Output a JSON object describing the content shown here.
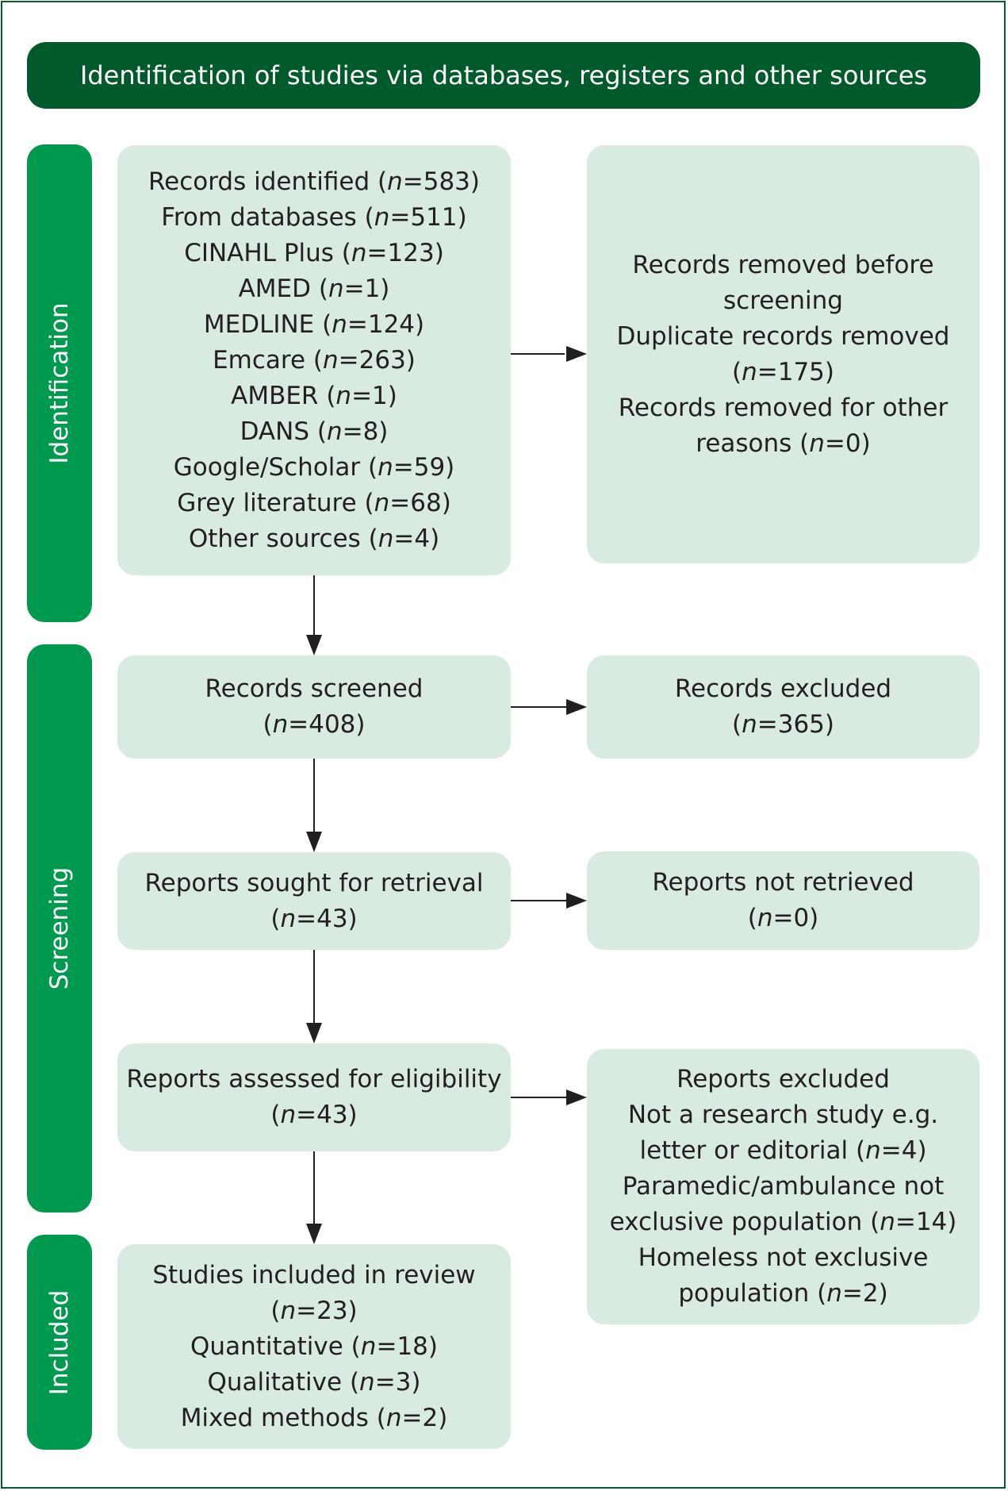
{
  "header": {
    "title": "Identification of studies via databases, registers and other sources"
  },
  "stages": {
    "identification": "Identification",
    "screening": "Screening",
    "included": "Included"
  },
  "boxes": {
    "records_identified": [
      {
        "pre": "Records identified (",
        "n": "n",
        "post": "=583)"
      },
      {
        "pre": "From databases (",
        "n": "n",
        "post": "=511)"
      },
      {
        "pre": "CINAHL Plus (",
        "n": "n",
        "post": "=123)"
      },
      {
        "pre": "AMED (",
        "n": "n",
        "post": "=1)"
      },
      {
        "pre": "MEDLINE (",
        "n": "n",
        "post": "=124)"
      },
      {
        "pre": "Emcare (",
        "n": "n",
        "post": "=263)"
      },
      {
        "pre": "AMBER (",
        "n": "n",
        "post": "=1)"
      },
      {
        "pre": "DANS (",
        "n": "n",
        "post": "=8)"
      },
      {
        "pre": "Google/Scholar (",
        "n": "n",
        "post": "=59)"
      },
      {
        "pre": "Grey literature (",
        "n": "n",
        "post": "=68)"
      },
      {
        "pre": "Other sources (",
        "n": "n",
        "post": "=4)"
      }
    ],
    "records_removed": [
      {
        "pre": "Records removed before",
        "n": "",
        "post": ""
      },
      {
        "pre": "screening",
        "n": "",
        "post": ""
      },
      {
        "pre": "Duplicate records removed",
        "n": "",
        "post": ""
      },
      {
        "pre": "(",
        "n": "n",
        "post": "=175)"
      },
      {
        "pre": "Records removed for other",
        "n": "",
        "post": ""
      },
      {
        "pre": "reasons (",
        "n": "n",
        "post": "=0)"
      }
    ],
    "records_screened": [
      {
        "pre": "Records screened",
        "n": "",
        "post": ""
      },
      {
        "pre": "(",
        "n": "n",
        "post": "=408)"
      }
    ],
    "records_excluded": [
      {
        "pre": "Records excluded",
        "n": "",
        "post": ""
      },
      {
        "pre": "(",
        "n": "n",
        "post": "=365)"
      }
    ],
    "reports_sought": [
      {
        "pre": "Reports sought for retrieval",
        "n": "",
        "post": ""
      },
      {
        "pre": "(",
        "n": "n",
        "post": "=43)"
      }
    ],
    "reports_not_retrieved": [
      {
        "pre": "Reports not retrieved",
        "n": "",
        "post": ""
      },
      {
        "pre": "(",
        "n": "n",
        "post": "=0)"
      }
    ],
    "reports_assessed": [
      {
        "pre": "Reports assessed for eligibility",
        "n": "",
        "post": ""
      },
      {
        "pre": "(",
        "n": "n",
        "post": "=43)"
      }
    ],
    "reports_excluded": [
      {
        "pre": "Reports excluded",
        "n": "",
        "post": ""
      },
      {
        "pre": "Not a research study e.g.",
        "n": "",
        "post": ""
      },
      {
        "pre": "letter or editorial (",
        "n": "n",
        "post": "=4)"
      },
      {
        "pre": "Paramedic/ambulance not",
        "n": "",
        "post": ""
      },
      {
        "pre": "exclusive population (",
        "n": "n",
        "post": "=14)"
      },
      {
        "pre": "Homeless not exclusive",
        "n": "",
        "post": ""
      },
      {
        "pre": "population (",
        "n": "n",
        "post": "=2)"
      }
    ],
    "studies_included": [
      {
        "pre": "Studies included in review",
        "n": "",
        "post": ""
      },
      {
        "pre": "(",
        "n": "n",
        "post": "=23)"
      },
      {
        "pre": "Quantitative (",
        "n": "n",
        "post": "=18)"
      },
      {
        "pre": "Qualitative (",
        "n": "n",
        "post": "=3)"
      },
      {
        "pre": "Mixed methods (",
        "n": "n",
        "post": "=2)"
      }
    ]
  },
  "colors": {
    "header": "#005a2b",
    "stage": "#009a4e",
    "box": "#d9ebe0",
    "text": "#231f20",
    "arrow": "#231f20"
  }
}
